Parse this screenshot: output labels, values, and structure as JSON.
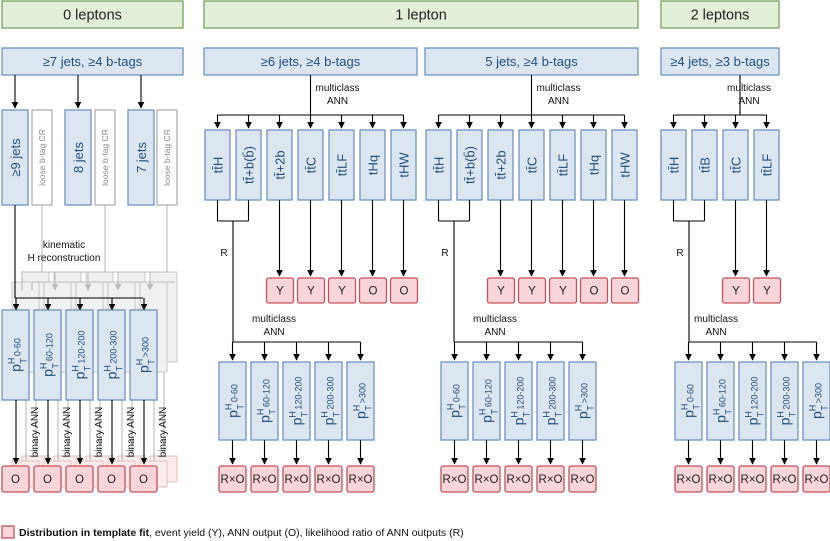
{
  "headers": {
    "zero": "0 leptons",
    "one": "1 lepton",
    "two": "2 leptons"
  },
  "selections": {
    "zero": "≥7 jets, ≥4 b-tags",
    "one_a": "≥6 jets, ≥4 b-tags",
    "one_b": "5 jets, ≥4 b-tags",
    "two": "≥4 jets, ≥3 b-tags"
  },
  "zero_lepton": {
    "jet_cats": [
      "≥9 jets",
      "8 jets",
      "7 jets"
    ],
    "cr_label": "loose b-tag CR",
    "reco_label": [
      "kinematic",
      "H reconstruction"
    ],
    "binary_ann": "binary ANN"
  },
  "pt_bins": [
    "0-60",
    "60-120",
    "120-200",
    "200-300",
    ">300"
  ],
  "pt_prefix": "p",
  "pt_sup": "H",
  "pt_sub": "T",
  "multiclass_ann": [
    "multiclass",
    "ANN"
  ],
  "one_lepton_classes": [
    "tt̄H",
    "tt̄+b(b̄)",
    "tt̄+2b",
    "tt̄C",
    "tt̄LF",
    "tHq",
    "tHW"
  ],
  "two_lepton_classes": [
    "tt̄H",
    "tt̄B",
    "tt̄C",
    "tt̄LF"
  ],
  "r_label": "R",
  "outputs": {
    "yield": "Y",
    "ann": "O",
    "ratio": "R×O"
  },
  "one_lepton_outputs": [
    "Y",
    "Y",
    "Y",
    "O",
    "O"
  ],
  "two_lepton_outputs": [
    "Y",
    "Y"
  ],
  "legend": {
    "bold": "Distribution in template fit",
    "rest": ", event yield (Y), ANN output (O), likelihood ratio of ANN outputs (R)"
  },
  "colors": {
    "header_fill": "#e2efd9",
    "category_fill": "#dce6f1",
    "output_fill": "#f8d5d8"
  }
}
